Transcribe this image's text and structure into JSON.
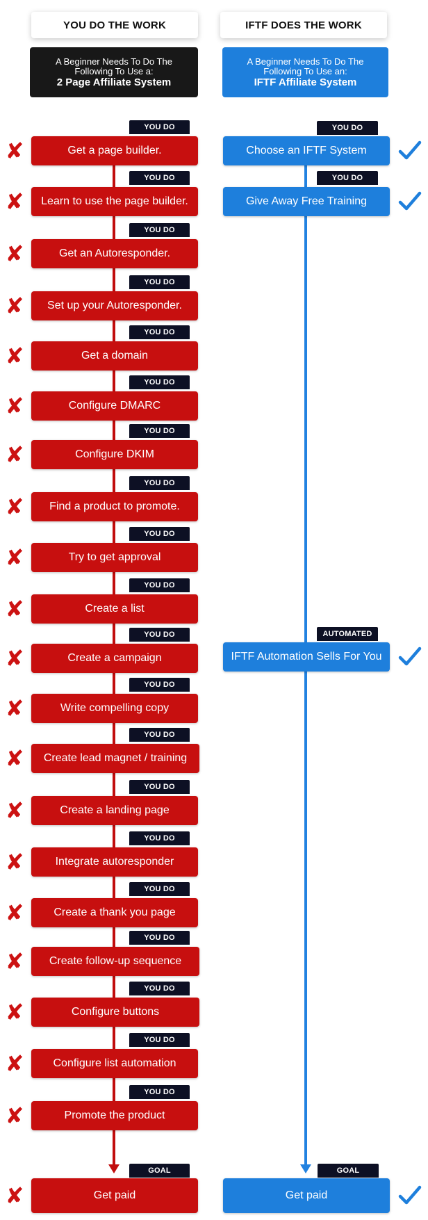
{
  "header": {
    "left_title": "YOU DO THE WORK",
    "right_title": "IFTF DOES THE WORK"
  },
  "left_intro": {
    "line1": "A Beginner Needs To Do The",
    "line2": "Following To Use a:",
    "line3": "2 Page Affiliate System"
  },
  "right_intro": {
    "line1": "A Beginner Needs To Do The",
    "line2": "Following To Use an:",
    "line3": "IFTF Affiliate System"
  },
  "left_steps": [
    {
      "tag": "YOU DO",
      "label": "Get a page builder."
    },
    {
      "tag": "YOU DO",
      "label": "Learn to use the page builder."
    },
    {
      "tag": "YOU DO",
      "label": "Get an Autoresponder."
    },
    {
      "tag": "YOU DO",
      "label": "Set up your Autoresponder."
    },
    {
      "tag": "YOU DO",
      "label": "Get a domain"
    },
    {
      "tag": "YOU DO",
      "label": "Configure DMARC"
    },
    {
      "tag": "YOU DO",
      "label": "Configure DKIM"
    },
    {
      "tag": "YOU DO",
      "label": "Find a product to promote."
    },
    {
      "tag": "YOU DO",
      "label": "Try to get approval"
    },
    {
      "tag": "YOU DO",
      "label": "Create a list"
    },
    {
      "tag": "YOU DO",
      "label": "Create a campaign"
    },
    {
      "tag": "YOU DO",
      "label": "Write compelling copy"
    },
    {
      "tag": "YOU DO",
      "label": "Create lead magnet / training"
    },
    {
      "tag": "YOU DO",
      "label": "Create a landing page"
    },
    {
      "tag": "YOU DO",
      "label": "Integrate autoresponder"
    },
    {
      "tag": "YOU DO",
      "label": "Create a thank you page"
    },
    {
      "tag": "YOU DO",
      "label": "Create follow-up sequence"
    },
    {
      "tag": "YOU DO",
      "label": "Configure buttons"
    },
    {
      "tag": "YOU DO",
      "label": "Configure list automation"
    },
    {
      "tag": "YOU DO",
      "label": "Promote the product"
    }
  ],
  "left_goal": {
    "tag": "GOAL",
    "label": "Get paid"
  },
  "right_steps": [
    {
      "tag": "YOU DO",
      "label": "Choose an IFTF System"
    },
    {
      "tag": "YOU DO",
      "label": "Give Away Free Training"
    },
    {
      "tag": "AUTOMATED",
      "label": "IFTF Automation Sells For You"
    }
  ],
  "right_goal": {
    "tag": "GOAL",
    "label": "Get paid"
  },
  "marks": {
    "left": "✘"
  },
  "colors": {
    "red": "#c70f0f",
    "blue": "#1e7fdc",
    "tag_bg": "#0d1024",
    "x_mark": "#cc1212",
    "check": "#1e7fdc"
  }
}
